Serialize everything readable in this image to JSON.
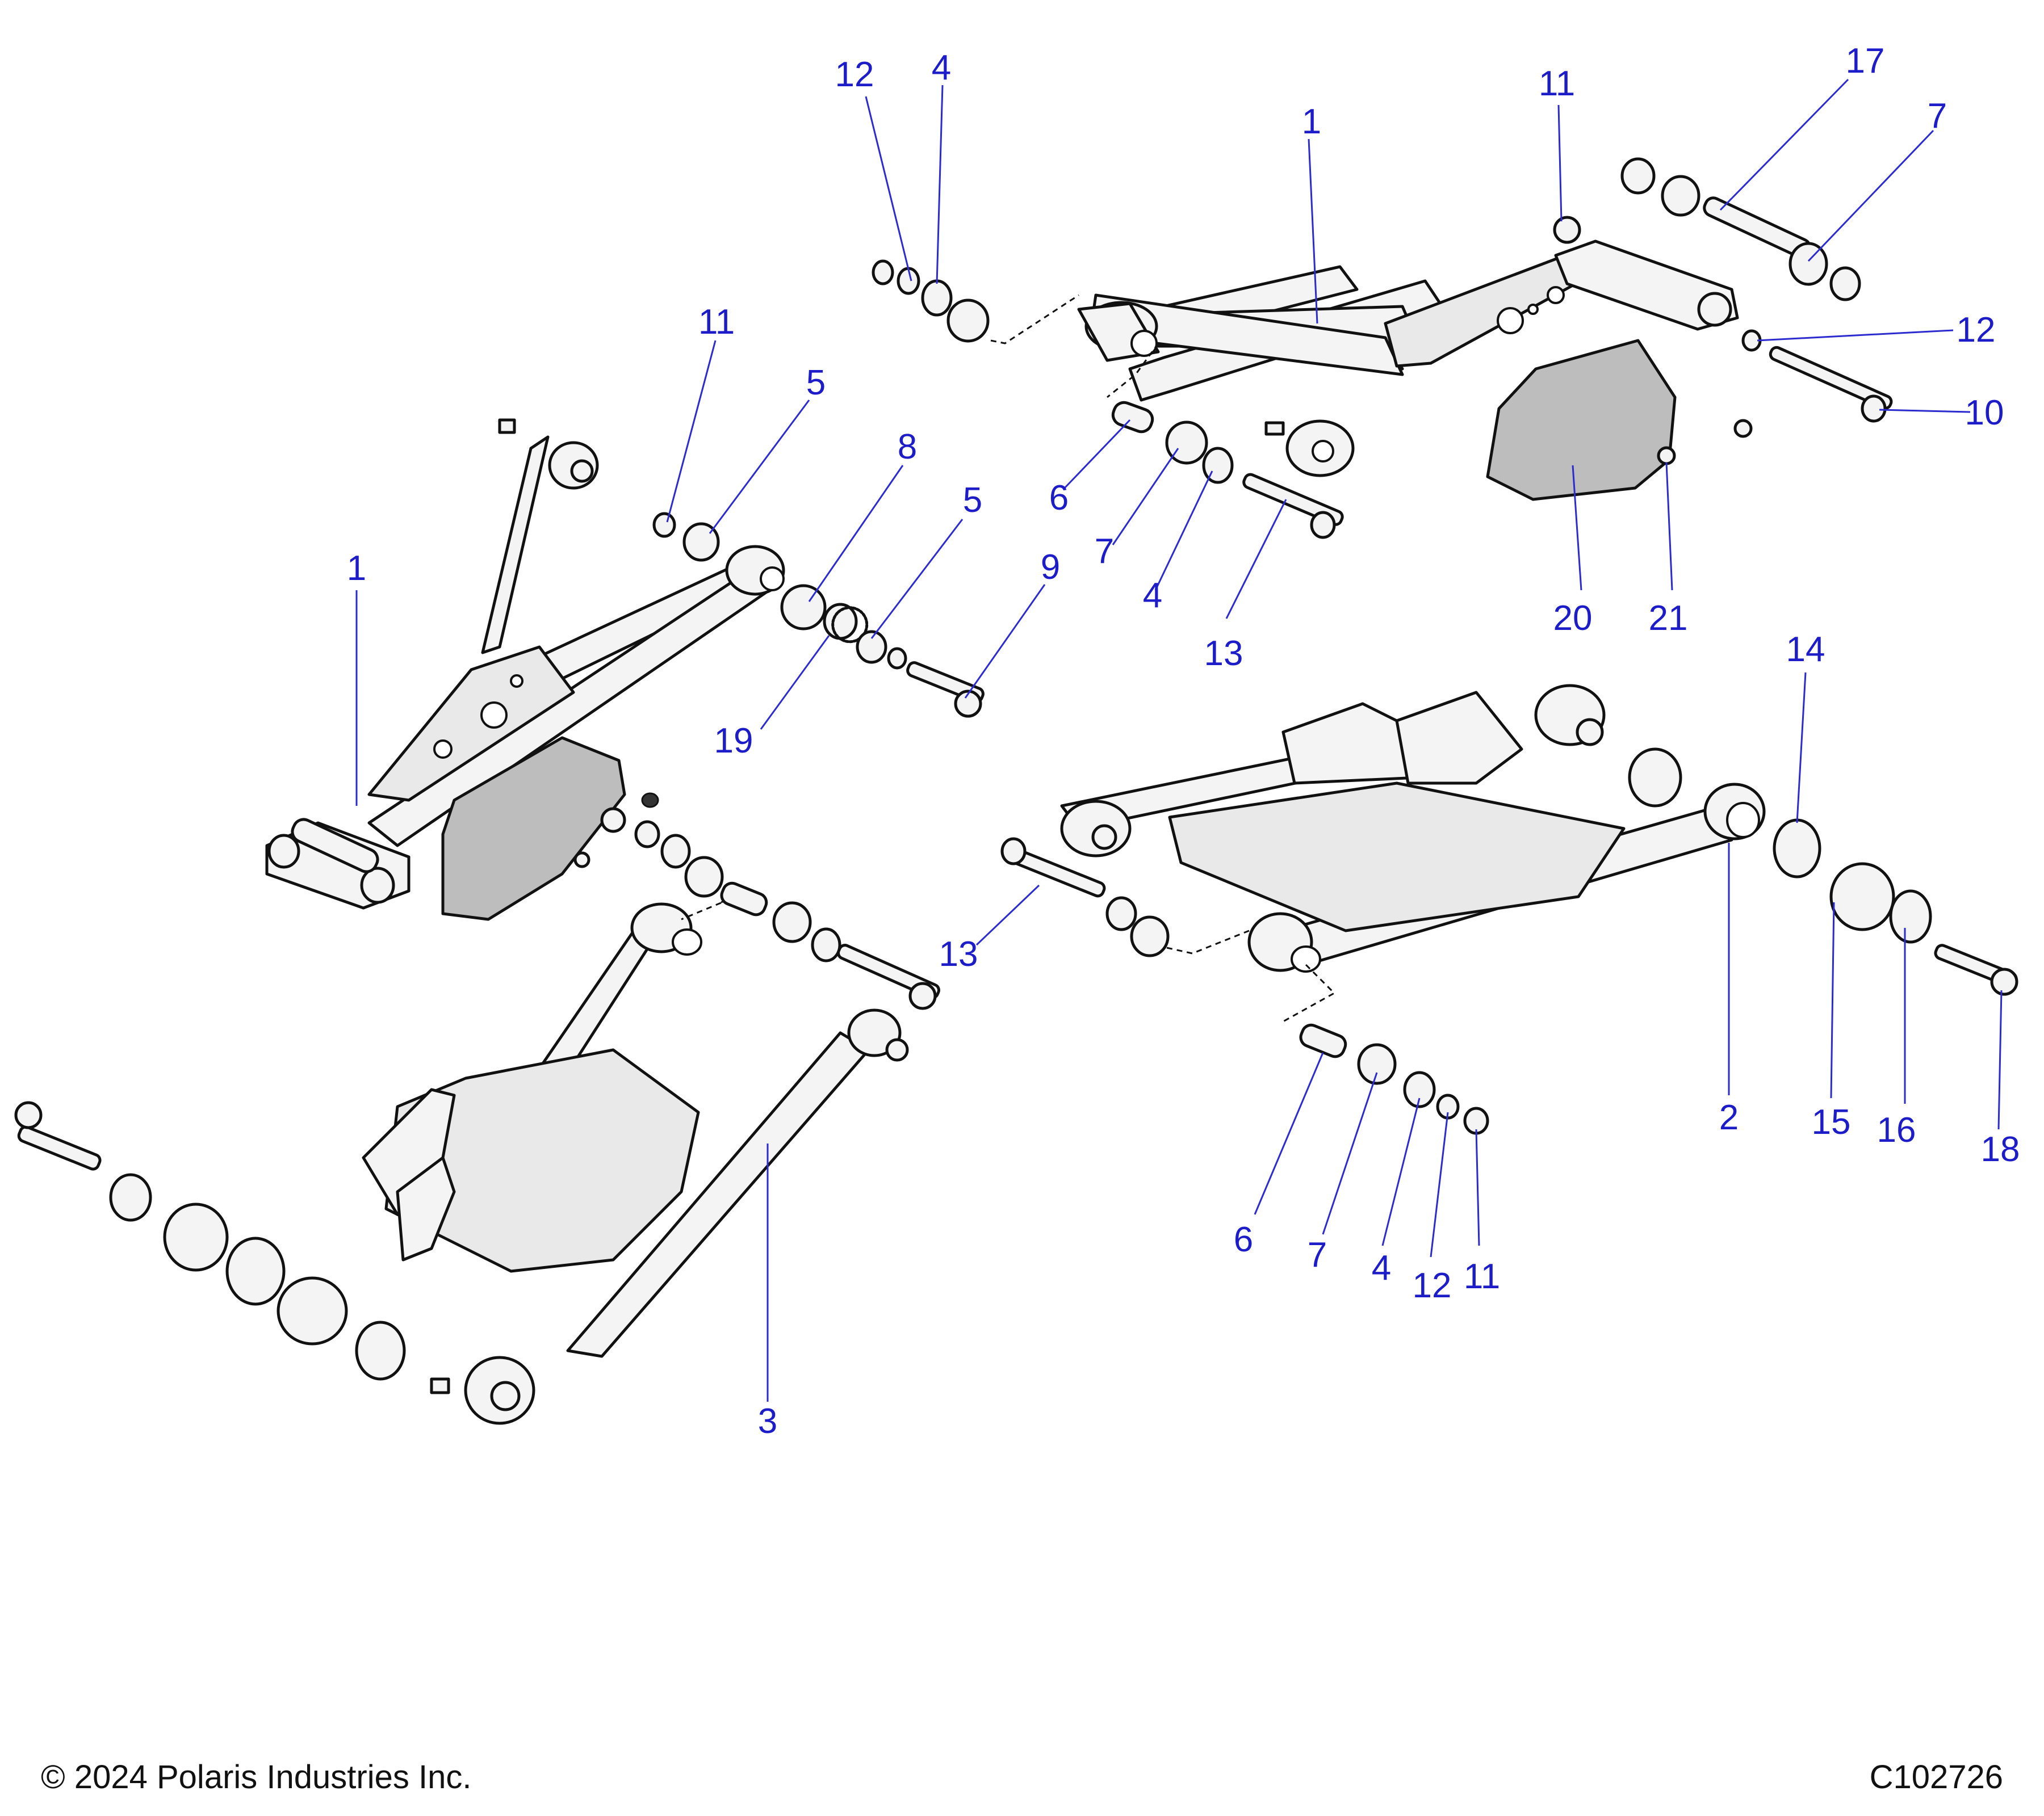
{
  "footer": {
    "copyright": "© 2024 Polaris Industries Inc.",
    "drawing_id": "C102726"
  },
  "callouts": {
    "c12_top": "12",
    "c4_top": "4",
    "c1_top": "1",
    "c11_top": "11",
    "c17": "17",
    "c7_topright": "7",
    "c12_right": "12",
    "c10": "10",
    "c6_top": "6",
    "c7_top": "7",
    "c4_mid": "4",
    "c13_top": "13",
    "c20": "20",
    "c21": "21",
    "c11_left": "11",
    "c5_left": "5",
    "c8": "8",
    "c5_mid": "5",
    "c9": "9",
    "c1_left": "1",
    "c19": "19",
    "c14": "14",
    "c13_mid": "13",
    "c2": "2",
    "c15": "15",
    "c16": "16",
    "c18": "18",
    "c6_bottom": "6",
    "c7_bottom": "7",
    "c4_bottom": "4",
    "c12_bottom": "12",
    "c11_bottom": "11",
    "c3": "3"
  },
  "colors": {
    "callout": "#1c1cc8",
    "leader": "#2b2bcf",
    "line": "#111111",
    "shield": "#bdbdbd"
  }
}
